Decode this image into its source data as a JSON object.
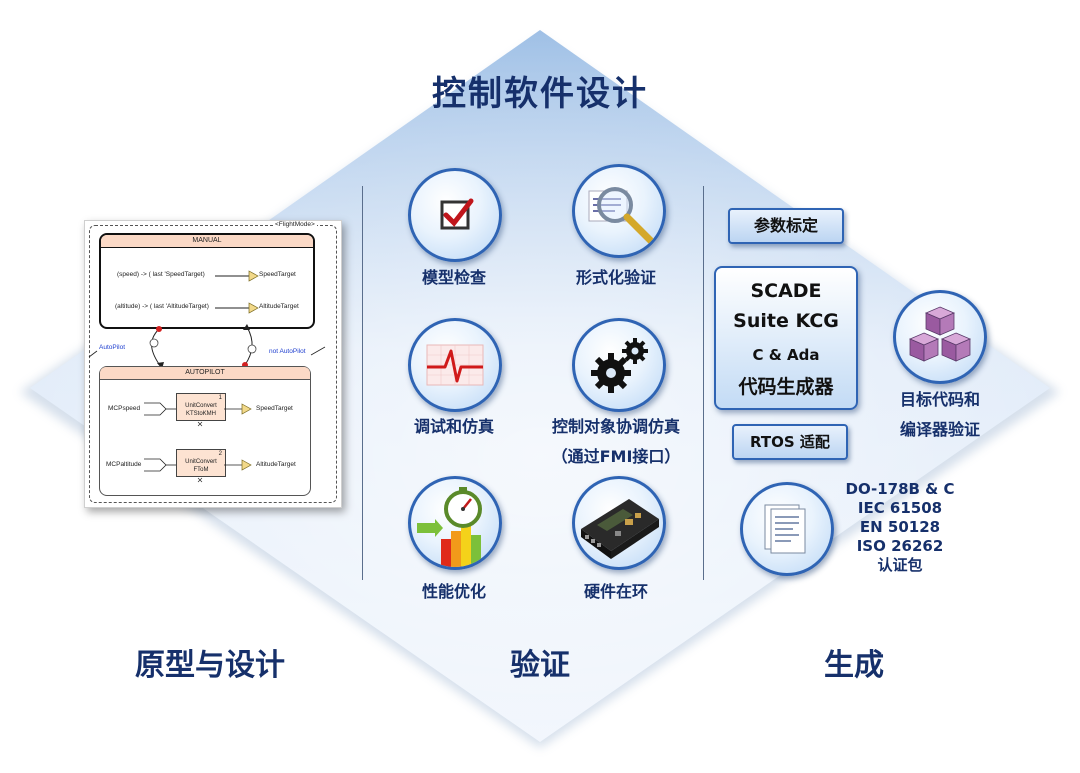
{
  "title": "控制软件设计",
  "sections": {
    "left": "原型与设计",
    "middle": "验证",
    "right": "生成"
  },
  "verify_items": [
    {
      "label": "模型检查",
      "icon": "checkbox-icon"
    },
    {
      "label": "形式化验证",
      "icon": "magnifier-icon"
    },
    {
      "label": "调试和仿真",
      "icon": "heartbeat-icon"
    },
    {
      "label_line1": "控制对象协调仿真",
      "label_line2": "（通过FMI接口）",
      "icon": "gears-icon"
    },
    {
      "label": "性能优化",
      "icon": "stopwatch-icon"
    },
    {
      "label": "硬件在环",
      "icon": "circuit-board-icon"
    }
  ],
  "generate": {
    "param_button": "参数标定",
    "kcg_line1": "SCADE",
    "kcg_line2": "Suite KCG",
    "kcg_line3": "C & Ada",
    "kcg_line4": "代码生成器",
    "rtos_button": "RTOS 适配",
    "target_label_line1": "目标代码和",
    "target_label_line2": "编译器验证",
    "cert_lines": [
      "DO-178B & C",
      "IEC 61508",
      "EN 50128",
      "ISO 26262",
      "认证包"
    ]
  },
  "state_machine": {
    "frame_label": "<FlightMode>",
    "manual": {
      "title": "MANUAL",
      "row1_expr": "(speed) -> ( last 'SpeedTarget)",
      "row1_out": "SpeedTarget",
      "row2_expr": "(altitude) -> ( last 'AltitudeTarget)",
      "row2_out": "AltitudeTarget"
    },
    "transition_left": "AutoPilot",
    "transition_right": "not AutoPilot",
    "autopilot": {
      "title": "AUTOPILOT",
      "in1": "MCPspeed",
      "block1_num": "1",
      "block1_name": "UnitConvert",
      "block1_sub": "KTStoKMH",
      "out1": "SpeedTarget",
      "in2": "MCPaltitude",
      "block2_num": "2",
      "block2_name": "UnitConvert",
      "block2_sub": "FToM",
      "out2": "AltitudeTarget"
    }
  },
  "colors": {
    "title": "#16306b",
    "accent_border": "#2f64b4",
    "diamond_light": "#eef5fd",
    "diamond_dark": "#a8c6e8"
  }
}
